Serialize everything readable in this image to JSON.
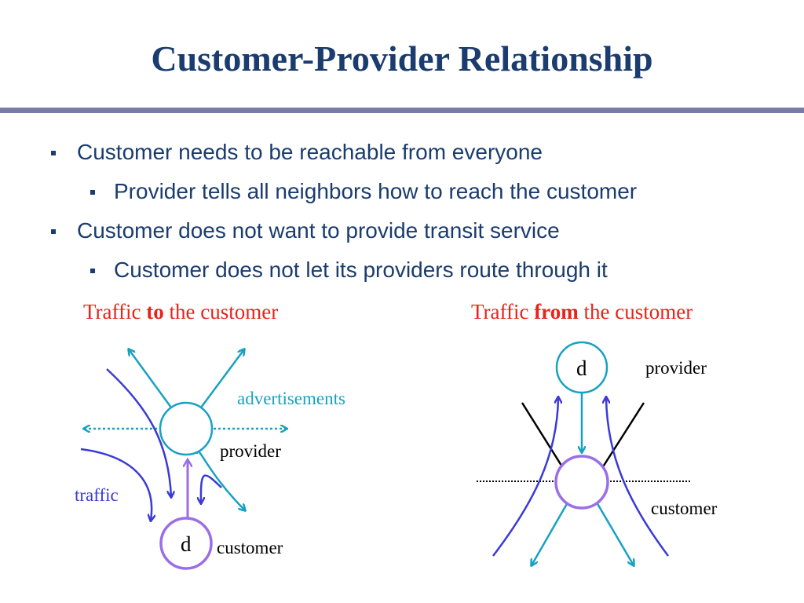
{
  "title": "Customer-Provider Relationship",
  "bullets": [
    {
      "level": 1,
      "text": "Customer needs to be reachable from everyone"
    },
    {
      "level": 2,
      "text": "Provider tells all neighbors how to reach the customer"
    },
    {
      "level": 1,
      "text": "Customer does not want to provide transit service"
    },
    {
      "level": 2,
      "text": "Customer does not let its providers route through it"
    }
  ],
  "left_diagram": {
    "caption_pre": "Traffic ",
    "caption_bold": "to",
    "caption_post": " the customer",
    "advertisements": "advertisements",
    "provider": "provider",
    "traffic": "traffic",
    "node_d": "d",
    "customer": "customer"
  },
  "right_diagram": {
    "caption_pre": "Traffic ",
    "caption_bold": "from",
    "caption_post": " the customer",
    "node_d": "d",
    "provider": "provider",
    "customer": "customer"
  },
  "colors": {
    "title": "#1a3c6e",
    "caption": "#e8231a",
    "teal": "#17a1c2",
    "blue": "#3a3ad8",
    "purple": "#9b6ee8",
    "traffic_label": "#3a3ad8",
    "advertisements_label": "#17a1c2"
  }
}
